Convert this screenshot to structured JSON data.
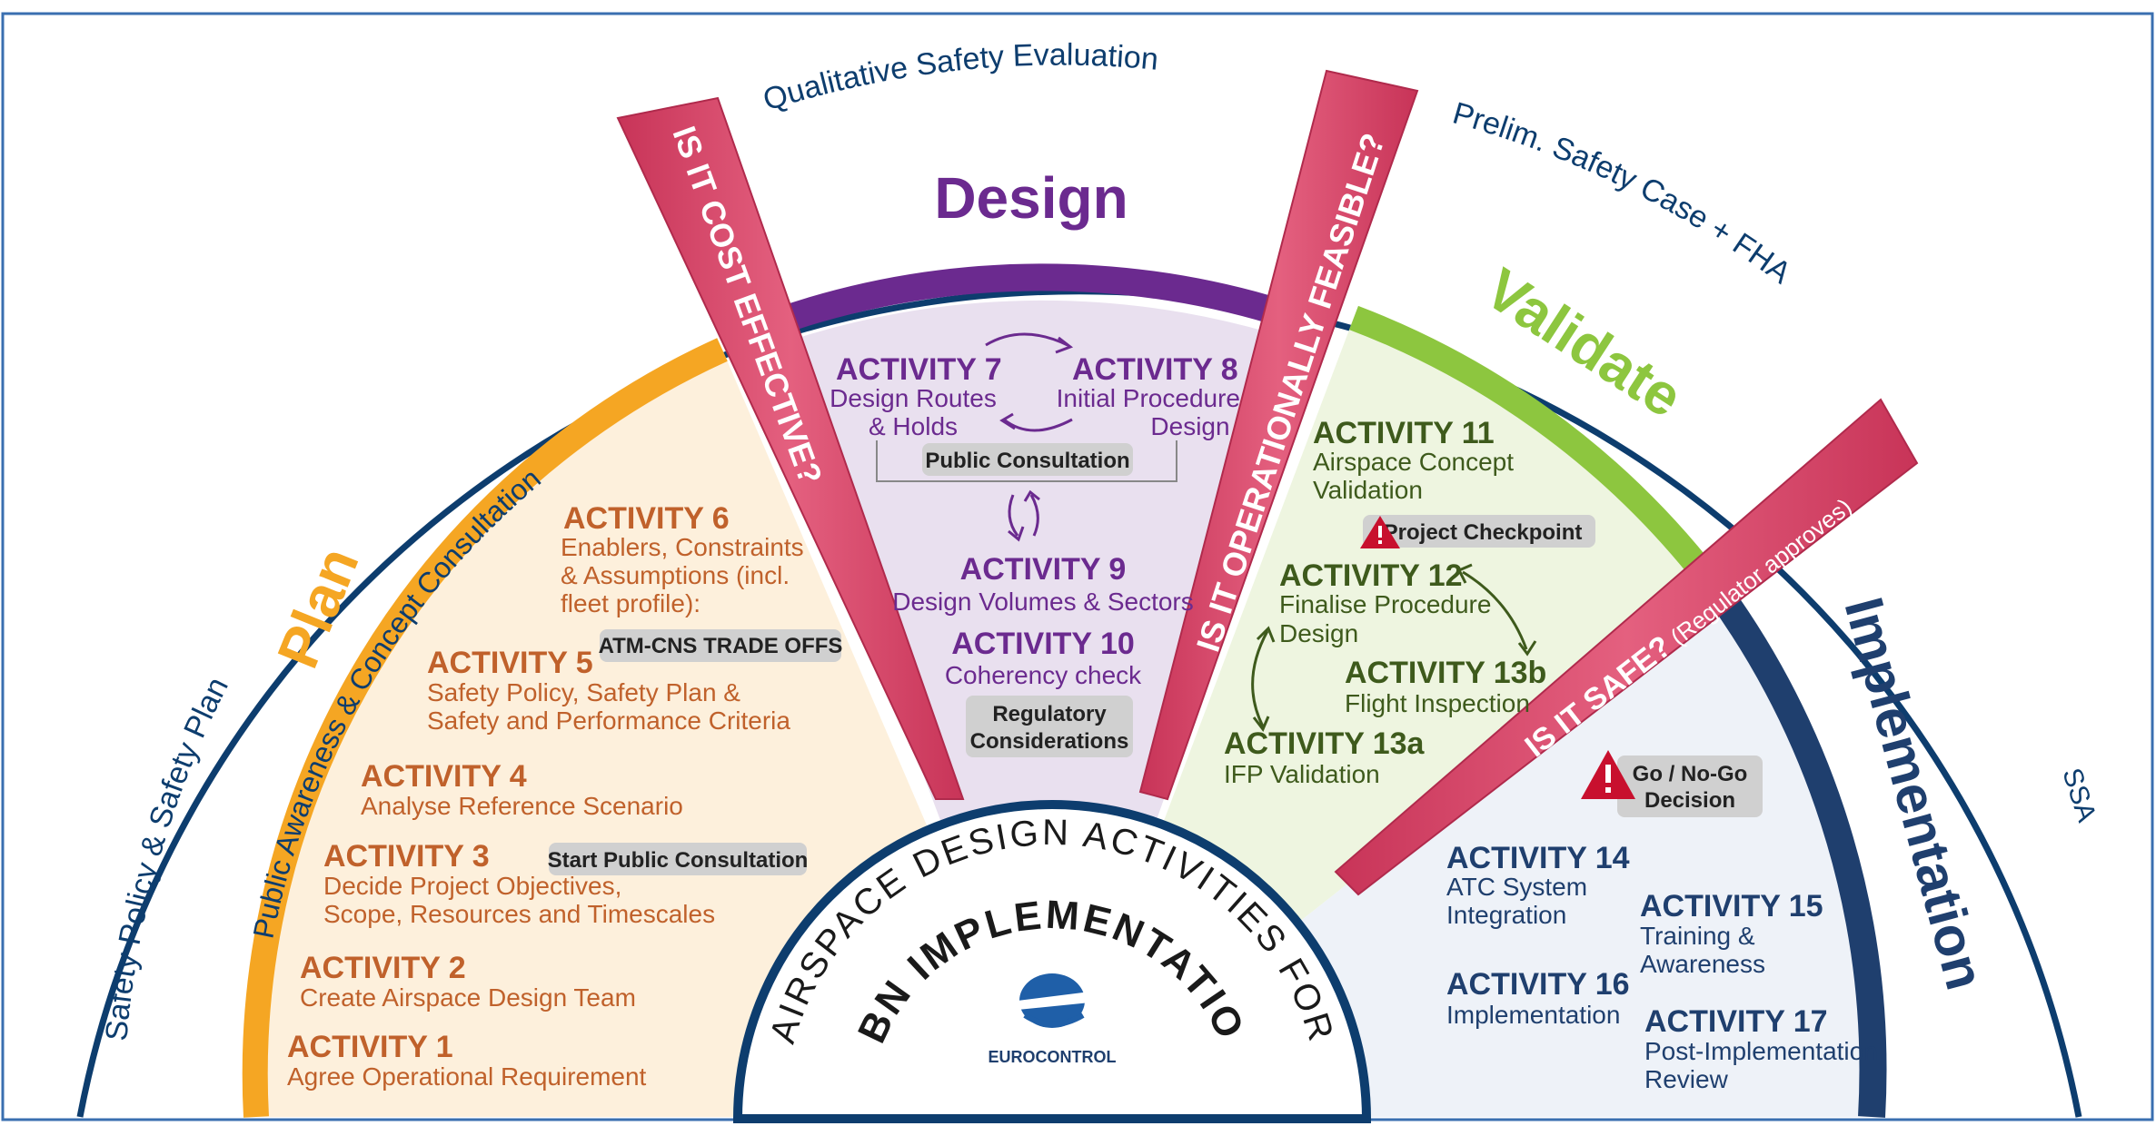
{
  "outer_arc": {
    "left_label": "Safety Policy & Safety Plan",
    "top_label": "Qualitative Safety Evaluation",
    "right_label": "Prelim. Safety Case + FHA",
    "far_right_label": "SSA"
  },
  "phases": {
    "plan": "Plan",
    "design": "Design",
    "validate": "Validate",
    "implementation": "Implementation"
  },
  "plan_band_label": "Public Awareness & Concept Consultation",
  "gates": {
    "cost": "IS IT COST EFFECTIVE?",
    "feasible": "IS IT OPERATIONALLY FEASIBLE?",
    "safe_main": "IS IT SAFE?",
    "safe_sub": " (Regulator approves)"
  },
  "plan_activities": {
    "a1": {
      "title": "ACTIVITY 1",
      "line1": "Agree Operational Requirement"
    },
    "a2": {
      "title": "ACTIVITY 2",
      "line1": "Create Airspace Design Team"
    },
    "a3": {
      "title": "ACTIVITY 3",
      "line1": "Decide Project Objectives,",
      "line2": "Scope, Resources and Timescales"
    },
    "a4": {
      "title": "ACTIVITY 4",
      "line1": "Analyse Reference Scenario"
    },
    "a5": {
      "title": "ACTIVITY 5",
      "line1": "Safety Policy, Safety Plan &",
      "line2": "Safety and Performance Criteria"
    },
    "a6": {
      "title": "ACTIVITY 6",
      "line1": "Enablers, Constraints",
      "line2": "& Assumptions (incl.",
      "line3": "fleet profile):"
    }
  },
  "plan_tags": {
    "trade_offs": "ATM-CNS TRADE OFFS",
    "start_consultation": "Start Public Consultation"
  },
  "design_activities": {
    "a7": {
      "title": "ACTIVITY 7",
      "line1": "Design Routes",
      "line2": "& Holds"
    },
    "a8": {
      "title": "ACTIVITY 8",
      "line1": "Initial Procedure",
      "line2": "Design"
    },
    "a9": {
      "title": "ACTIVITY 9",
      "line1": "Design Volumes & Sectors"
    },
    "a10": {
      "title": "ACTIVITY 10",
      "line1": "Coherency check"
    }
  },
  "design_tags": {
    "public_consultation": "Public Consultation",
    "regulatory_line1": "Regulatory",
    "regulatory_line2": "Considerations"
  },
  "validate_activities": {
    "a11": {
      "title": "ACTIVITY 11",
      "line1": "Airspace Concept",
      "line2": "Validation"
    },
    "a12": {
      "title": "ACTIVITY 12",
      "line1": "Finalise Procedure",
      "line2": "Design"
    },
    "a13b": {
      "title": "ACTIVITY 13b",
      "line1": "Flight Inspection"
    },
    "a13a": {
      "title": "ACTIVITY 13a",
      "line1": "IFP Validation"
    }
  },
  "validate_tags": {
    "project_checkpoint": "Project Checkpoint"
  },
  "implementation_activities": {
    "a14": {
      "title": "ACTIVITY 14",
      "line1": "ATC System",
      "line2": "Integration"
    },
    "a15": {
      "title": "ACTIVITY 15",
      "line1": "Training &",
      "line2": "Awareness"
    },
    "a16": {
      "title": "ACTIVITY 16",
      "line1": "Implementation"
    },
    "a17": {
      "title": "ACTIVITY 17",
      "line1": "Post-Implementation",
      "line2": "Review"
    }
  },
  "implementation_tags": {
    "go_line1": "Go / No-Go",
    "go_line2": "Decision"
  },
  "hub": {
    "line1": "AIRSPACE DESIGN ACTIVITIES FOR",
    "line2": "PBN IMPLEMENTATION",
    "logo_text": "EUROCONTROL"
  },
  "colors": {
    "plan": "#f5a623",
    "plan_fill": "#fdf0dc",
    "plan_text": "#c0612b",
    "design": "#6b2a8f",
    "design_fill": "#e9e0ef",
    "validate": "#8dc63f",
    "validate_fill": "#eef5e0",
    "validate_text": "#3e5a1c",
    "implementation": "#1f3f6e",
    "implementation_fill": "#eef2f8",
    "gate": "#d9486b",
    "outer_arc": "#0d3d6e",
    "tag_fill": "#d0d0d0"
  }
}
